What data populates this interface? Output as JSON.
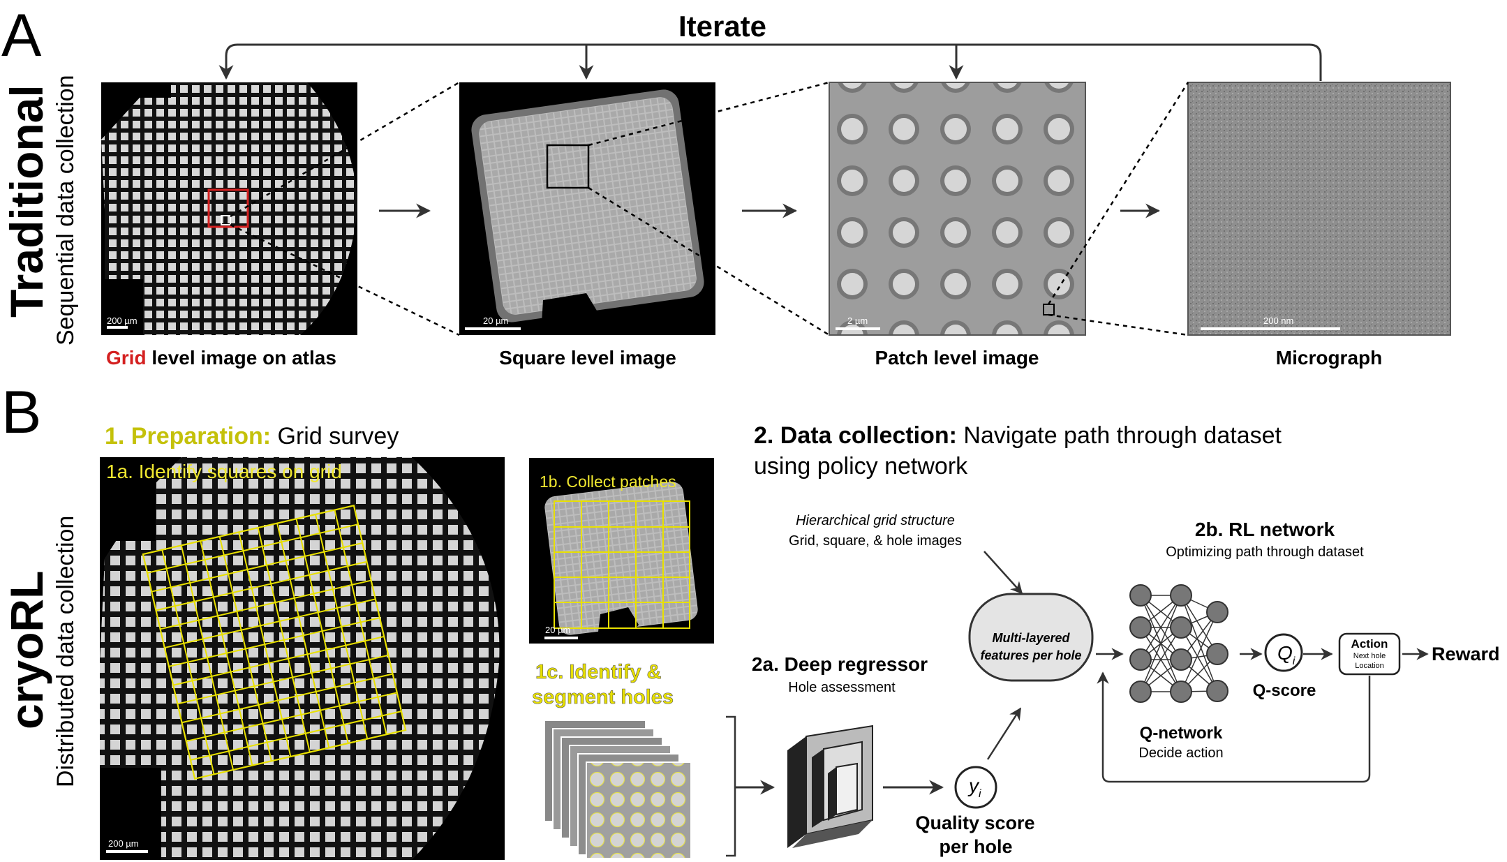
{
  "panel_a": {
    "letter": "A",
    "side_title": "Traditional",
    "side_subtitle": "Sequential data collection",
    "iterate_label": "Iterate",
    "captions": {
      "grid_word": "Grid",
      "grid_rest": " level image on atlas",
      "square": "Square level image",
      "patch": "Patch level image",
      "micrograph": "Micrograph"
    },
    "scalebars": {
      "grid": "200 µm",
      "square": "20 µm",
      "patch": "2 µm",
      "micrograph": "200 nm"
    }
  },
  "panel_b": {
    "letter": "B",
    "side_title": "cryoRL",
    "side_subtitle": "Distributed data collection",
    "prep_heading_bold": "1. Preparation:",
    "prep_heading_rest": " Grid survey",
    "step_1a": "1a. Identify squares on grid",
    "step_1b": "1b. Collect patches",
    "step_1c_line1": "1c. Identify &",
    "step_1c_line2": "segment holes",
    "scalebar_grid": "200 µm",
    "scalebar_square": "20 µm",
    "collection_heading_bold": "2. Data collection:",
    "collection_heading_rest": " Navigate path through dataset",
    "collection_heading_line2": "using policy network",
    "hier_line1": "Hierarchical grid structure",
    "hier_line2": "Grid, square, & hole images",
    "features_line1": "Multi-layered",
    "features_line2": "features per hole",
    "rl_title": "2b. RL network",
    "rl_subtitle": "Optimizing path through dataset",
    "regressor_title": "2a. Deep regressor",
    "regressor_subtitle": "Hole assessment",
    "quality_symbol": "y",
    "quality_sub": "i",
    "quality_line1": "Quality score",
    "quality_line2": "per hole",
    "qnet_title": "Q-network",
    "qnet_subtitle": "Decide action",
    "q_symbol": "Q",
    "q_sub": "i",
    "q_label": "Q-score",
    "action_title": "Action",
    "action_line2": "Next hole",
    "action_line3": "Location",
    "reward_label": "Reward"
  },
  "colors": {
    "grid_red": "#d42020",
    "annotation_yellow": "#e8e000",
    "arrow": "#333333"
  }
}
